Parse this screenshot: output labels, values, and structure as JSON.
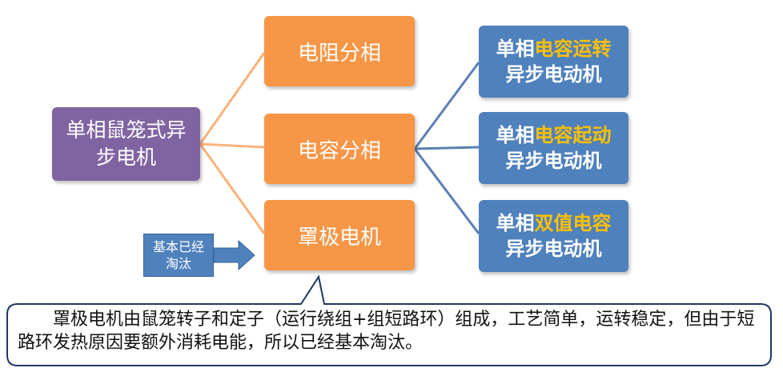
{
  "root": {
    "label": "单相鼠笼式异步电机"
  },
  "methods": [
    {
      "label": "电阻分相"
    },
    {
      "label": "电容分相"
    },
    {
      "label": "罩极电机"
    }
  ],
  "capacitor_types": [
    {
      "prefix": "单相",
      "highlight": "电容运转",
      "suffix": "异步电动机"
    },
    {
      "prefix": "单相",
      "highlight": "电容起动",
      "suffix": "异步电动机"
    },
    {
      "prefix": "单相",
      "highlight": "双值电容",
      "suffix": "异步电动机"
    }
  ],
  "note": {
    "label": "基本已经淘汰"
  },
  "callout": {
    "text": "罩极电机由鼠笼转子和定子（运行绕组+组短路环）组成，工艺简单，运转稳定，但由于短路环发热原因要额外消耗电能，所以已经基本淘汰。"
  },
  "colors": {
    "root": "#8064a2",
    "method": "#f79646",
    "leaf": "#4f81bd",
    "highlight": "#ffc000",
    "connector_orange": "#f9b27a",
    "connector_blue": "#5b7fb5"
  }
}
